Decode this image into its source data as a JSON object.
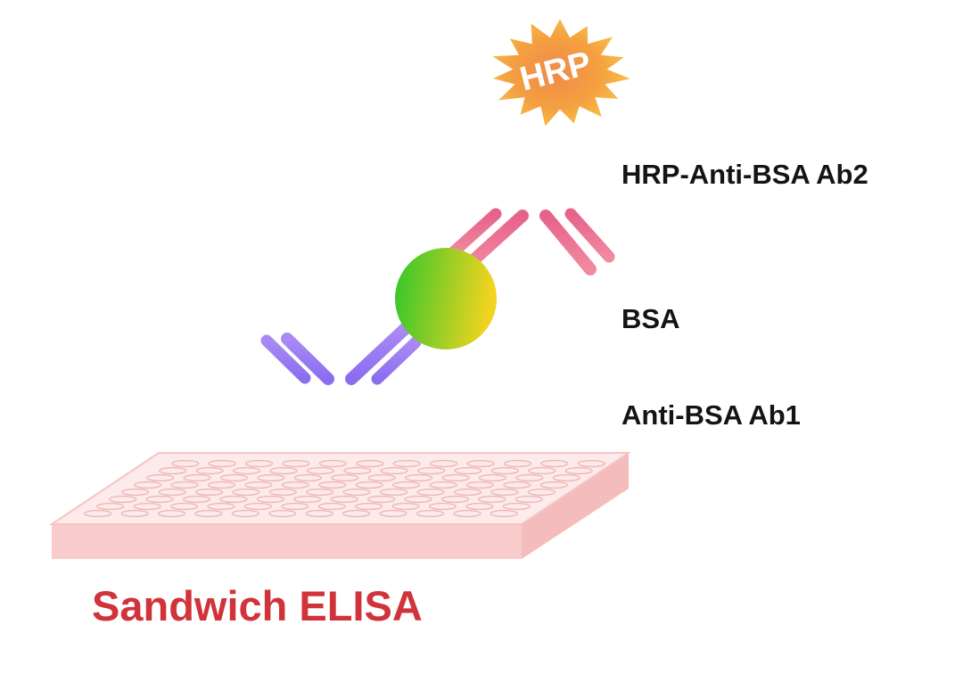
{
  "diagram": {
    "title": "Sandwich ELISA",
    "enzyme_label": "HRP",
    "labels": {
      "secondary_antibody": "HRP-Anti-BSA Ab2",
      "antigen": "BSA",
      "primary_antibody": "Anti-BSA Ab1"
    },
    "colors": {
      "title": "#d0343a",
      "label_text": "#141414",
      "secondary_antibody": "#e8708a",
      "primary_antibody": "#9a7cf2",
      "antigen_start": "#33c72e",
      "antigen_end": "#f0d020",
      "hrp_burst": "#f7a536",
      "plate_top": "#fde8e8",
      "plate_side": "#f7c9c9",
      "plate_well": "#efb6b6"
    }
  }
}
